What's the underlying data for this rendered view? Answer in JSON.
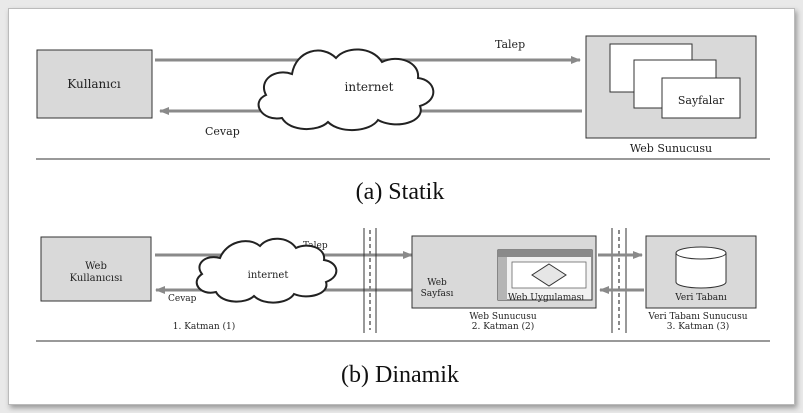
{
  "colors": {
    "box_fill": "#d9d9d9",
    "arrow": "#8a8a8a",
    "stroke": "#333333",
    "background": "#ffffff"
  },
  "static_diagram": {
    "caption": "(a) Statik",
    "client_label": "Kullanıcı",
    "network_label": "internet",
    "request_label": "Talep",
    "response_label": "Cevap",
    "server_label": "Web Sunucusu",
    "pages_label": "Sayfalar"
  },
  "dynamic_diagram": {
    "caption": "(b) Dinamik",
    "client_label_line1": "Web",
    "client_label_line2": "Kullanıcısı",
    "network_label": "internet",
    "request_label": "Talep",
    "response_label": "Cevap",
    "web_page_label_line1": "Web",
    "web_page_label_line2": "Sayfası",
    "web_app_label": "Web Uygulaması",
    "web_server_label": "Web Sunucusu",
    "database_label": "Veri Tabanı",
    "db_server_label": "Veri Tabanı Sunucusu",
    "tier1_label": "1. Katman (1)",
    "tier2_label": "2. Katman (2)",
    "tier3_label": "3. Katman (3)"
  }
}
